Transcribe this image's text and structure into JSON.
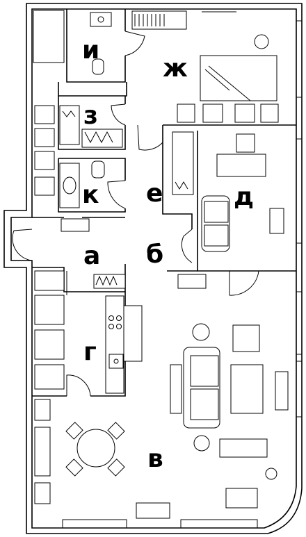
{
  "rooms": {
    "a": "а",
    "b": "б",
    "v": "в",
    "g": "г",
    "d": "д",
    "e": "е",
    "zh": "ж",
    "z": "з",
    "i": "и",
    "k": "к"
  }
}
